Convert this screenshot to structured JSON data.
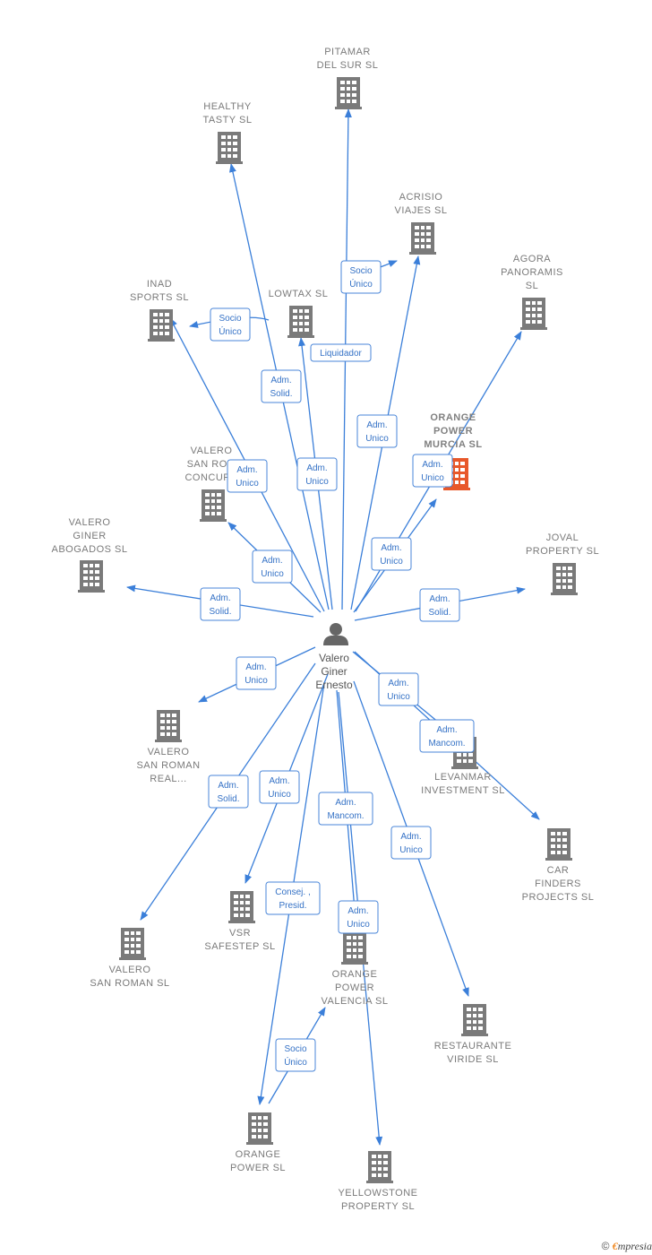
{
  "colors": {
    "edge": "#3b7fd9",
    "building": "#7a7a7a",
    "building_highlight": "#e8582a",
    "person": "#666666",
    "rel_border": "#4a86d8",
    "rel_text": "#3572c6"
  },
  "person": {
    "name": "Valero Giner Ernesto",
    "name_lines": [
      "Valero",
      "Giner",
      "Ernesto"
    ],
    "icon": "person-icon"
  },
  "companies": [
    {
      "id": "pitamar",
      "label_lines": [
        "PITAMAR",
        "DEL SUR SL"
      ],
      "icon": "building-icon"
    },
    {
      "id": "healthy",
      "label_lines": [
        "HEALTHY",
        "TASTY  SL"
      ],
      "icon": "building-icon"
    },
    {
      "id": "acrisio",
      "label_lines": [
        "ACRISIO",
        "VIAJES  SL"
      ],
      "icon": "building-icon"
    },
    {
      "id": "agora",
      "label_lines": [
        "AGORA",
        "PANORAMIS",
        "SL"
      ],
      "icon": "building-icon"
    },
    {
      "id": "inad",
      "label_lines": [
        "INAD",
        "SPORTS  SL"
      ],
      "icon": "building-icon"
    },
    {
      "id": "lowtax",
      "label_lines": [
        "LOWTAX SL"
      ],
      "icon": "building-icon"
    },
    {
      "id": "orange_murcia",
      "label_lines": [
        "ORANGE",
        "POWER",
        "MURCIA  SL"
      ],
      "icon": "building-icon",
      "highlight": true
    },
    {
      "id": "valero_concursal",
      "label_lines": [
        "VALERO",
        "SAN ROM",
        "CONCURS"
      ],
      "icon": "building-icon"
    },
    {
      "id": "valero_abogados",
      "label_lines": [
        "VALERO",
        "GINER",
        "ABOGADOS SL"
      ],
      "icon": "building-icon"
    },
    {
      "id": "joval",
      "label_lines": [
        "JOVAL",
        "PROPERTY  SL"
      ],
      "icon": "building-icon"
    },
    {
      "id": "valero_real",
      "label_lines": [
        "VALERO",
        "SAN ROMAN",
        "REAL..."
      ],
      "icon": "building-icon"
    },
    {
      "id": "levanmar",
      "label_lines": [
        "LEVANMAR",
        "INVESTMENT  SL"
      ],
      "icon": "building-icon"
    },
    {
      "id": "car_finders",
      "label_lines": [
        "CAR",
        "FINDERS",
        "PROJECTS SL"
      ],
      "icon": "building-icon"
    },
    {
      "id": "vsr",
      "label_lines": [
        "VSR",
        "SAFESTEP  SL"
      ],
      "icon": "building-icon"
    },
    {
      "id": "valero_sanroman",
      "label_lines": [
        "VALERO",
        "SAN ROMAN SL"
      ],
      "icon": "building-icon"
    },
    {
      "id": "orange_valencia",
      "label_lines": [
        "ORANGE",
        "POWER",
        "VALENCIA  SL"
      ],
      "icon": "building-icon"
    },
    {
      "id": "restaurante",
      "label_lines": [
        "RESTAURANTE",
        "VIRIDE  SL"
      ],
      "icon": "building-icon"
    },
    {
      "id": "orange_power",
      "label_lines": [
        "ORANGE",
        "POWER  SL"
      ],
      "icon": "building-icon"
    },
    {
      "id": "yellowstone",
      "label_lines": [
        "YELLOWSTONE",
        "PROPERTY  SL"
      ],
      "icon": "building-icon"
    }
  ],
  "relations": [
    {
      "id": "r_pitamar",
      "lines": [
        "Liquidador"
      ]
    },
    {
      "id": "r_healthy",
      "lines": [
        "Adm.",
        "Solid."
      ]
    },
    {
      "id": "r_acrisio",
      "lines": [
        "Adm.",
        "Unico"
      ]
    },
    {
      "id": "r_pitamar_acrisio",
      "lines": [
        "Socio",
        "Único"
      ]
    },
    {
      "id": "r_agora",
      "lines": [
        "Adm.",
        "Unico"
      ]
    },
    {
      "id": "r_lowtax_inad",
      "lines": [
        "Socio",
        "Único"
      ]
    },
    {
      "id": "r_inad",
      "lines": [
        "Adm.",
        "Unico"
      ]
    },
    {
      "id": "r_lowtax",
      "lines": [
        "Adm.",
        "Unico"
      ]
    },
    {
      "id": "r_orange_murcia",
      "lines": [
        "Adm.",
        "Unico"
      ]
    },
    {
      "id": "r_concursal",
      "lines": [
        "Adm.",
        "Unico"
      ]
    },
    {
      "id": "r_abogados",
      "lines": [
        "Adm.",
        "Solid."
      ]
    },
    {
      "id": "r_joval",
      "lines": [
        "Adm.",
        "Solid."
      ]
    },
    {
      "id": "r_real",
      "lines": [
        "Adm.",
        "Unico"
      ]
    },
    {
      "id": "r_levanmar",
      "lines": [
        "Adm.",
        "Unico"
      ]
    },
    {
      "id": "r_car",
      "lines": [
        "Adm.",
        "Mancom."
      ]
    },
    {
      "id": "r_sanroman",
      "lines": [
        "Adm.",
        "Solid."
      ]
    },
    {
      "id": "r_vsr",
      "lines": [
        "Adm.",
        "Unico"
      ]
    },
    {
      "id": "r_valencia_mancom",
      "lines": [
        "Adm.",
        "Mancom."
      ]
    },
    {
      "id": "r_restaurante",
      "lines": [
        "Adm.",
        "Unico"
      ]
    },
    {
      "id": "r_orange_power",
      "lines": [
        "Consej. ,",
        "Presid."
      ]
    },
    {
      "id": "r_yellowstone",
      "lines": [
        "Adm.",
        "Unico"
      ]
    },
    {
      "id": "r_power_valencia",
      "lines": [
        "Socio",
        "Único"
      ]
    }
  ],
  "footer": {
    "copyright": "©",
    "brand_initial": "€",
    "brand_rest": "mpresia"
  }
}
